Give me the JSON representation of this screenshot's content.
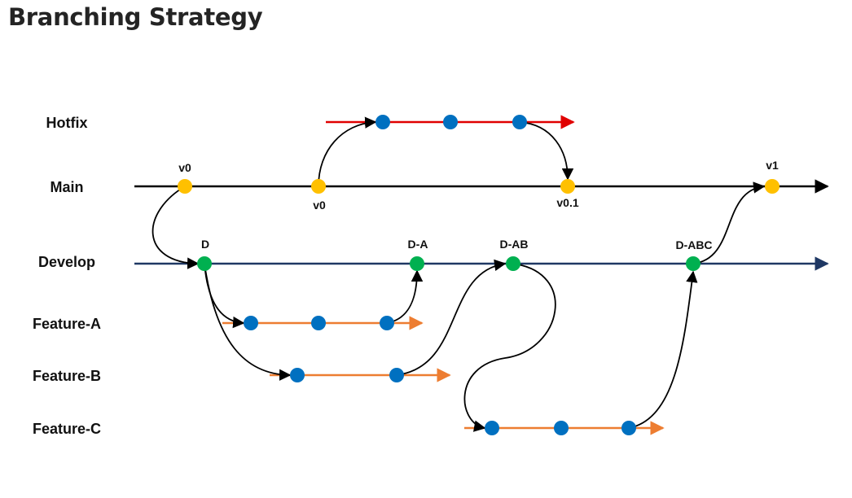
{
  "header": {
    "title": "Branching Strategy"
  },
  "diagram": {
    "lanes": {
      "hotfix": "Hotfix",
      "main": "Main",
      "develop": "Develop",
      "feature_a": "Feature-A",
      "feature_b": "Feature-B",
      "feature_c": "Feature-C"
    },
    "labels": {
      "main_v0_first": "v0",
      "main_v0_second": "v0",
      "main_v01": "v0.1",
      "main_v1": "v1",
      "develop_d": "D",
      "develop_da": "D-A",
      "develop_dab": "D-AB",
      "develop_dabc": "D-ABC"
    },
    "colors": {
      "main": "#000000",
      "develop": "#1f3864",
      "hotfix": "#e00000",
      "feature": "#ed7d31",
      "release_commit": "#ffc000",
      "develop_commit": "#00b050",
      "feature_commit": "#0070c0",
      "merge_arrow": "#000000"
    }
  }
}
